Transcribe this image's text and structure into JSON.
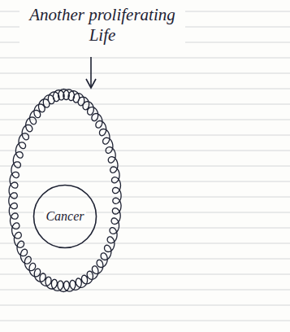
{
  "diagram": {
    "nodes": [
      {
        "text": [
          "Another proliferating Life"
        ]
      },
      {
        "text": [
          "Cancer"
        ],
        "in": 0
      }
    ]
  }
}
